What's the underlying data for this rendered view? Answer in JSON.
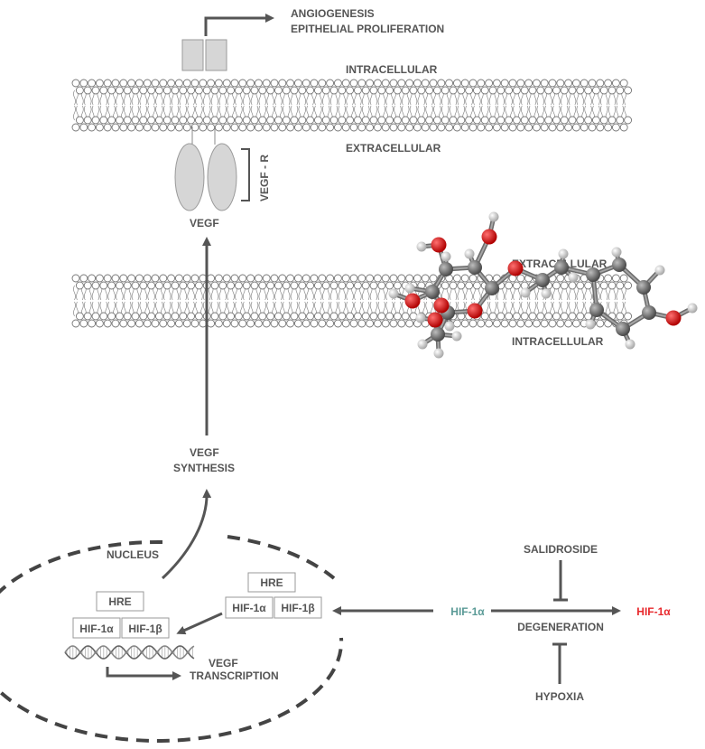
{
  "top": {
    "outcome_line1": "ANGIOGENESIS",
    "outcome_line2": "EPITHELIAL PROLIFERATION",
    "membrane1_top_label": "INTRACELLULAR",
    "membrane1_bottom_label": "EXTRACELLULAR",
    "receptor_label": "VEGF - R",
    "ligand_label": "VEGF"
  },
  "middle": {
    "membrane2_top_label": "EXTRACELLULAR",
    "membrane2_bottom_label": "INTRACELLULAR",
    "synthesis_line1": "VEGF",
    "synthesis_line2": "SYNTHESIS"
  },
  "nucleus": {
    "label": "NUCLEUS",
    "complex_inside": {
      "hre": "HRE",
      "alpha": "HIF-1α",
      "beta": "HIF-1β"
    },
    "complex_entering": {
      "hre": "HRE",
      "alpha": "HIF-1α",
      "beta": "HIF-1β"
    },
    "transcription_line1": "VEGF",
    "transcription_line2": "TRANSCRIPTION"
  },
  "pathway": {
    "hif_left": "HIF-1α",
    "hif_right": "HIF-1α",
    "degeneration": "DEGENERATION",
    "salidroside": "SALIDROSIDE",
    "hypoxia": "HYPOXIA"
  },
  "colors": {
    "text": "#555555",
    "arrow": "#555555",
    "receptor_fill": "#d6d6d6",
    "hif_stable": "#5a9a96",
    "hif_degraded": "#e8282c",
    "atom_carbon": "#707070",
    "atom_oxygen": "#e01010",
    "atom_hydrogen": "#e8e8e8"
  }
}
